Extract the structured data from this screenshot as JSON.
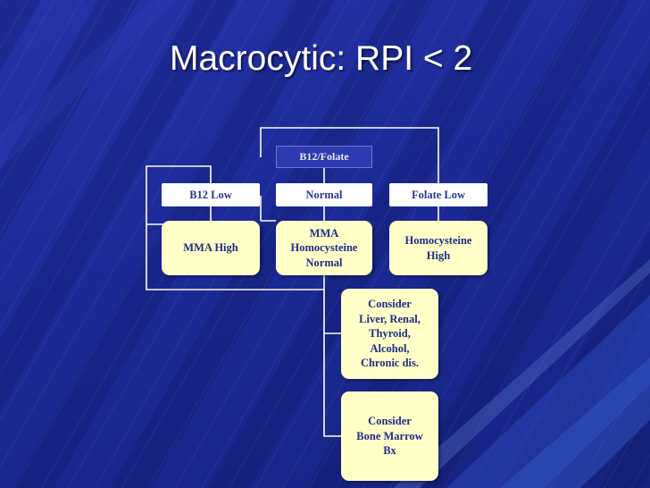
{
  "slide": {
    "title": "Macrocytic: RPI < 2"
  },
  "diagram": {
    "root": "B12/Folate",
    "categories": [
      "B12 Low",
      "Normal",
      "Folate Low"
    ],
    "findings": [
      [
        "MMA High"
      ],
      [
        "MMA",
        "Homocysteine",
        "Normal"
      ],
      [
        "Homocysteine",
        "High"
      ]
    ],
    "next_steps": [
      [
        "Consider",
        "Liver, Renal,",
        "Thyroid,",
        "Alcohol,",
        "Chronic dis."
      ],
      [
        "Consider",
        "Bone Marrow",
        "Bx"
      ]
    ]
  },
  "colors": {
    "background": "#1f2c9c",
    "root_box": "#2d3ab0",
    "category_box": "#ffffff",
    "finding_box": "#ffffc7",
    "connector": "#ffffff"
  }
}
